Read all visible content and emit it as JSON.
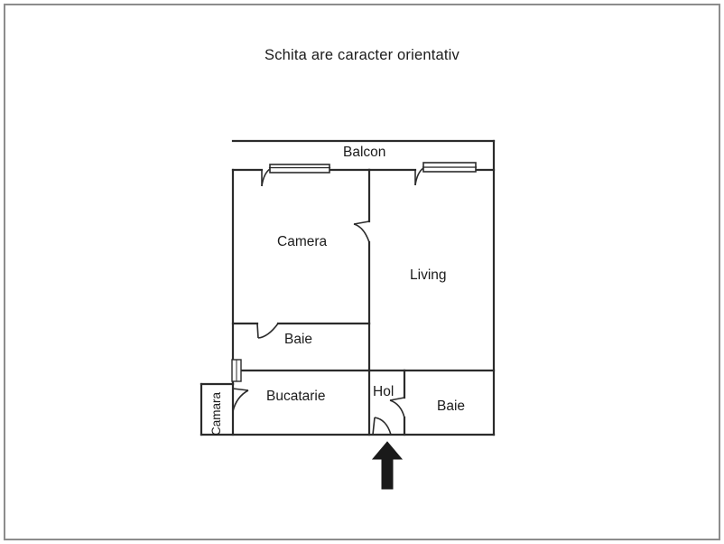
{
  "page": {
    "title": "Schita are caracter orientativ",
    "background_color": "#ffffff",
    "frame_color": "#8c8c8c",
    "wall_color": "#2b2b2b",
    "arrow_color": "#1a1a1a"
  },
  "floorplan": {
    "type": "apartment-floor-plan",
    "unit_note": "Schita are caracter orientativ",
    "rooms": [
      {
        "key": "balcon",
        "label": "Balcon"
      },
      {
        "key": "camera",
        "label": "Camera"
      },
      {
        "key": "living",
        "label": "Living"
      },
      {
        "key": "baie_mid",
        "label": "Baie"
      },
      {
        "key": "bucatarie",
        "label": "Bucatarie"
      },
      {
        "key": "hol",
        "label": "Hol"
      },
      {
        "key": "baie_low",
        "label": "Baie"
      },
      {
        "key": "camara",
        "label": "Camara"
      }
    ],
    "entrance": {
      "marker": "up-arrow",
      "label": ""
    },
    "openings": [
      {
        "type": "sliding-door",
        "room": "camera",
        "to": "balcon"
      },
      {
        "type": "sliding-door",
        "room": "living",
        "to": "balcon"
      },
      {
        "type": "swing-door",
        "room": "camera",
        "to": "living"
      },
      {
        "type": "swing-door",
        "room": "baie_mid",
        "to": "camera"
      },
      {
        "type": "swing-door",
        "room": "bucatarie",
        "to": "camara"
      },
      {
        "type": "swing-door",
        "room": "hol",
        "to": "entrance"
      },
      {
        "type": "swing-door",
        "room": "hol",
        "to": "baie_low"
      },
      {
        "type": "window",
        "room": "camara",
        "to": "exterior"
      }
    ]
  }
}
